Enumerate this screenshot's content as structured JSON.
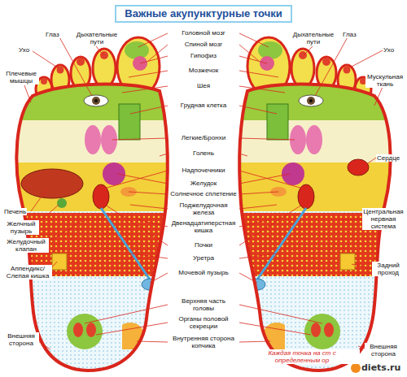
{
  "diagram": {
    "title": "Важные акупунктурные точки",
    "labels": [
      "Глаз",
      "Дыхательные пути",
      "Ухо",
      "Плечевые мышцы",
      "Печень",
      "Желчный пузырь",
      "Желудочный клапан",
      "Аппендикс/ Слепая кишка",
      "Внешняя сторона",
      "Головной мозг",
      "Спиной мозг",
      "Гипофиз",
      "Мозжечок",
      "Шея",
      "Грудная клетка",
      "Легкие/Бронхи",
      "Голень",
      "Надпочечники",
      "Желудок",
      "Солнечное сплетение",
      "Поджелудочная железа",
      "Двенадцатиперстная кишка",
      "Почки",
      "Уретра",
      "Мочевой пузырь",
      "Верхняя часть головы",
      "Органы половой секреции",
      "Внутренняя сторона копчика",
      "Дыхательные пути",
      "Глаз",
      "Ухо",
      "Мускульная ткань",
      "Сердце",
      "Центральная нервная система",
      "Задний проход",
      "Внешняя сторона",
      "Каждая точка на ст с определенным ор",
      "diets.ru"
    ]
  }
}
